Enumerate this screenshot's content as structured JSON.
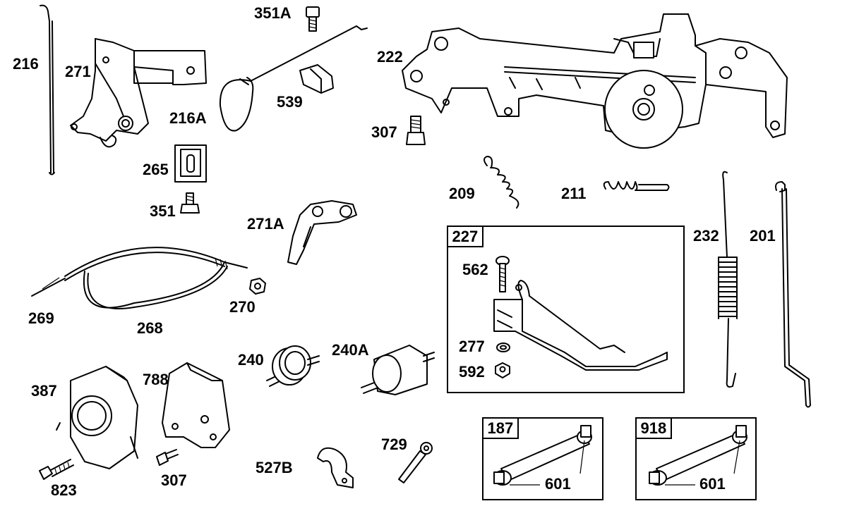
{
  "labels": {
    "p216": "216",
    "p271": "271",
    "p351A": "351A",
    "p216A": "216A",
    "p539": "539",
    "p222": "222",
    "p307a": "307",
    "p265": "265",
    "p351": "351",
    "p271A": "271A",
    "p209": "209",
    "p211": "211",
    "p232": "232",
    "p201": "201",
    "p562": "562",
    "p277": "277",
    "p592": "592",
    "p269": "269",
    "p268": "268",
    "p270": "270",
    "p240": "240",
    "p240A": "240A",
    "p387": "387",
    "p788": "788",
    "p823": "823",
    "p307b": "307",
    "p527B": "527B",
    "p729": "729",
    "p601a": "601",
    "p601b": "601"
  },
  "boxes": {
    "b227": "227",
    "b187": "187",
    "b918": "918"
  }
}
